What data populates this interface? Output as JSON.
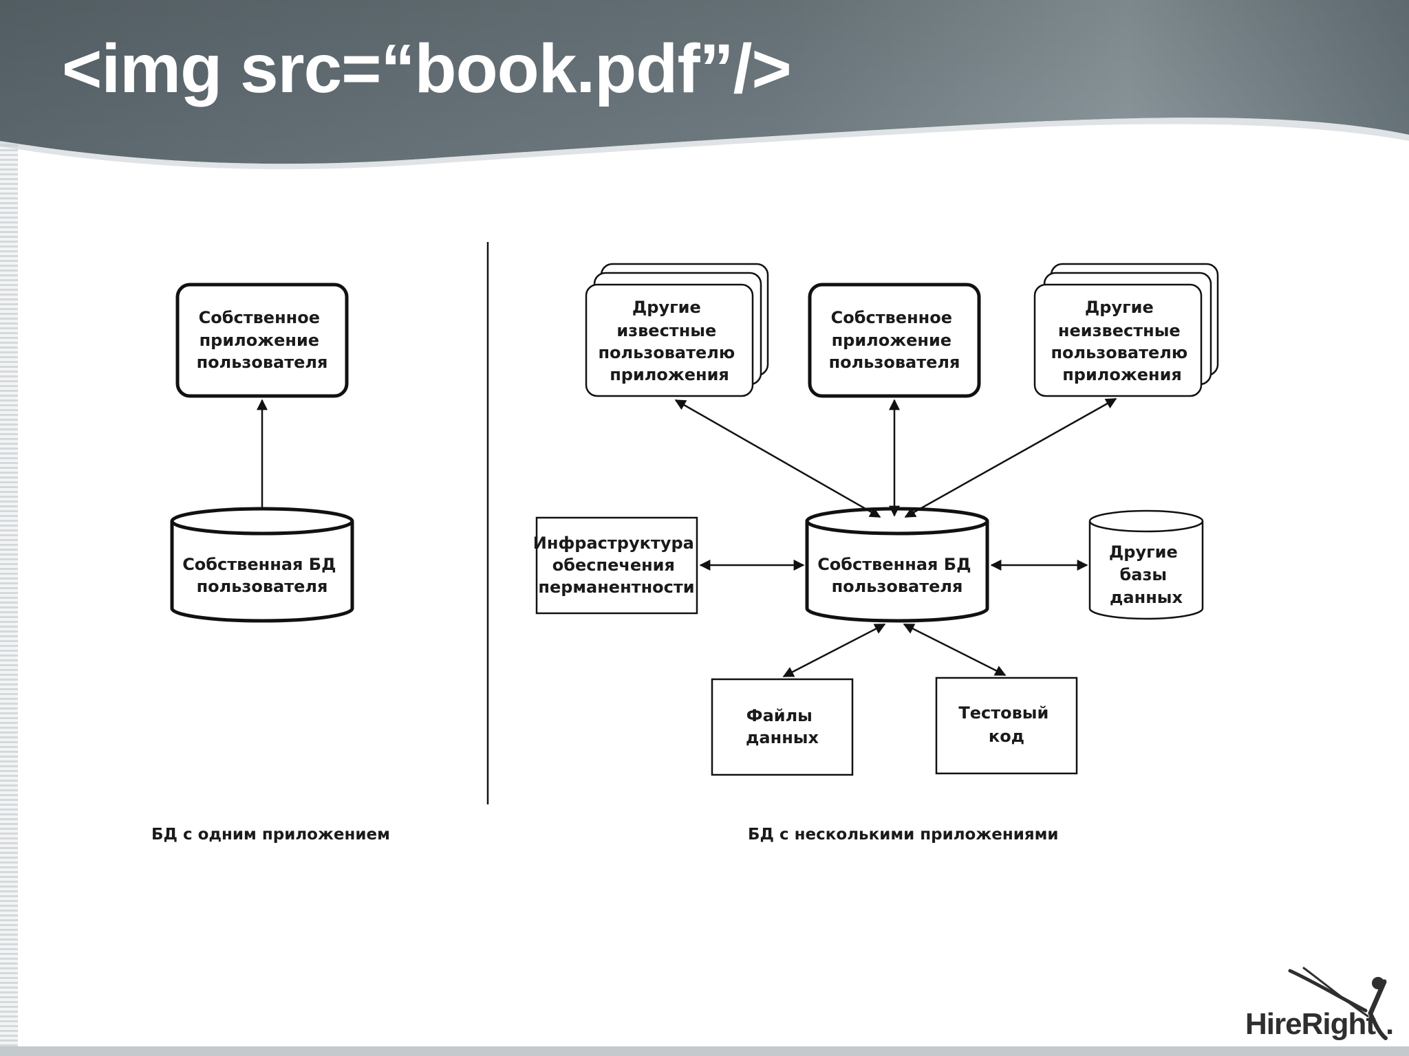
{
  "slide": {
    "title": "<img src=“book.pdf”/>"
  },
  "diagram": {
    "left": {
      "app": [
        "Собственное",
        "приложение",
        "пользователя"
      ],
      "db": [
        "Собственная БД",
        "пользователя"
      ],
      "caption": "БД с одним приложением"
    },
    "right": {
      "known_apps": [
        "Другие",
        "известные",
        "пользователю",
        "приложения"
      ],
      "own_app": [
        "Собственное",
        "приложение",
        "пользователя"
      ],
      "unknown_apps": [
        "Другие",
        "неизвестные",
        "пользователю",
        "приложения"
      ],
      "infrastructure": [
        "Инфраструктура",
        "обеспечения",
        "перманентности"
      ],
      "db": [
        "Собственная БД",
        "пользователя"
      ],
      "other_db": [
        "Другие",
        "базы",
        "данных"
      ],
      "data_files": [
        "Файлы",
        "данных"
      ],
      "test_code": [
        "Тестовый",
        "код"
      ],
      "caption": "БД с несколькими приложениями"
    }
  },
  "logo": {
    "text": "HireRight",
    "mark": "."
  },
  "colors": {
    "header_dark": "#5d6a70",
    "header_light": "#9aa5aa",
    "diagram_stroke": "#111111"
  }
}
